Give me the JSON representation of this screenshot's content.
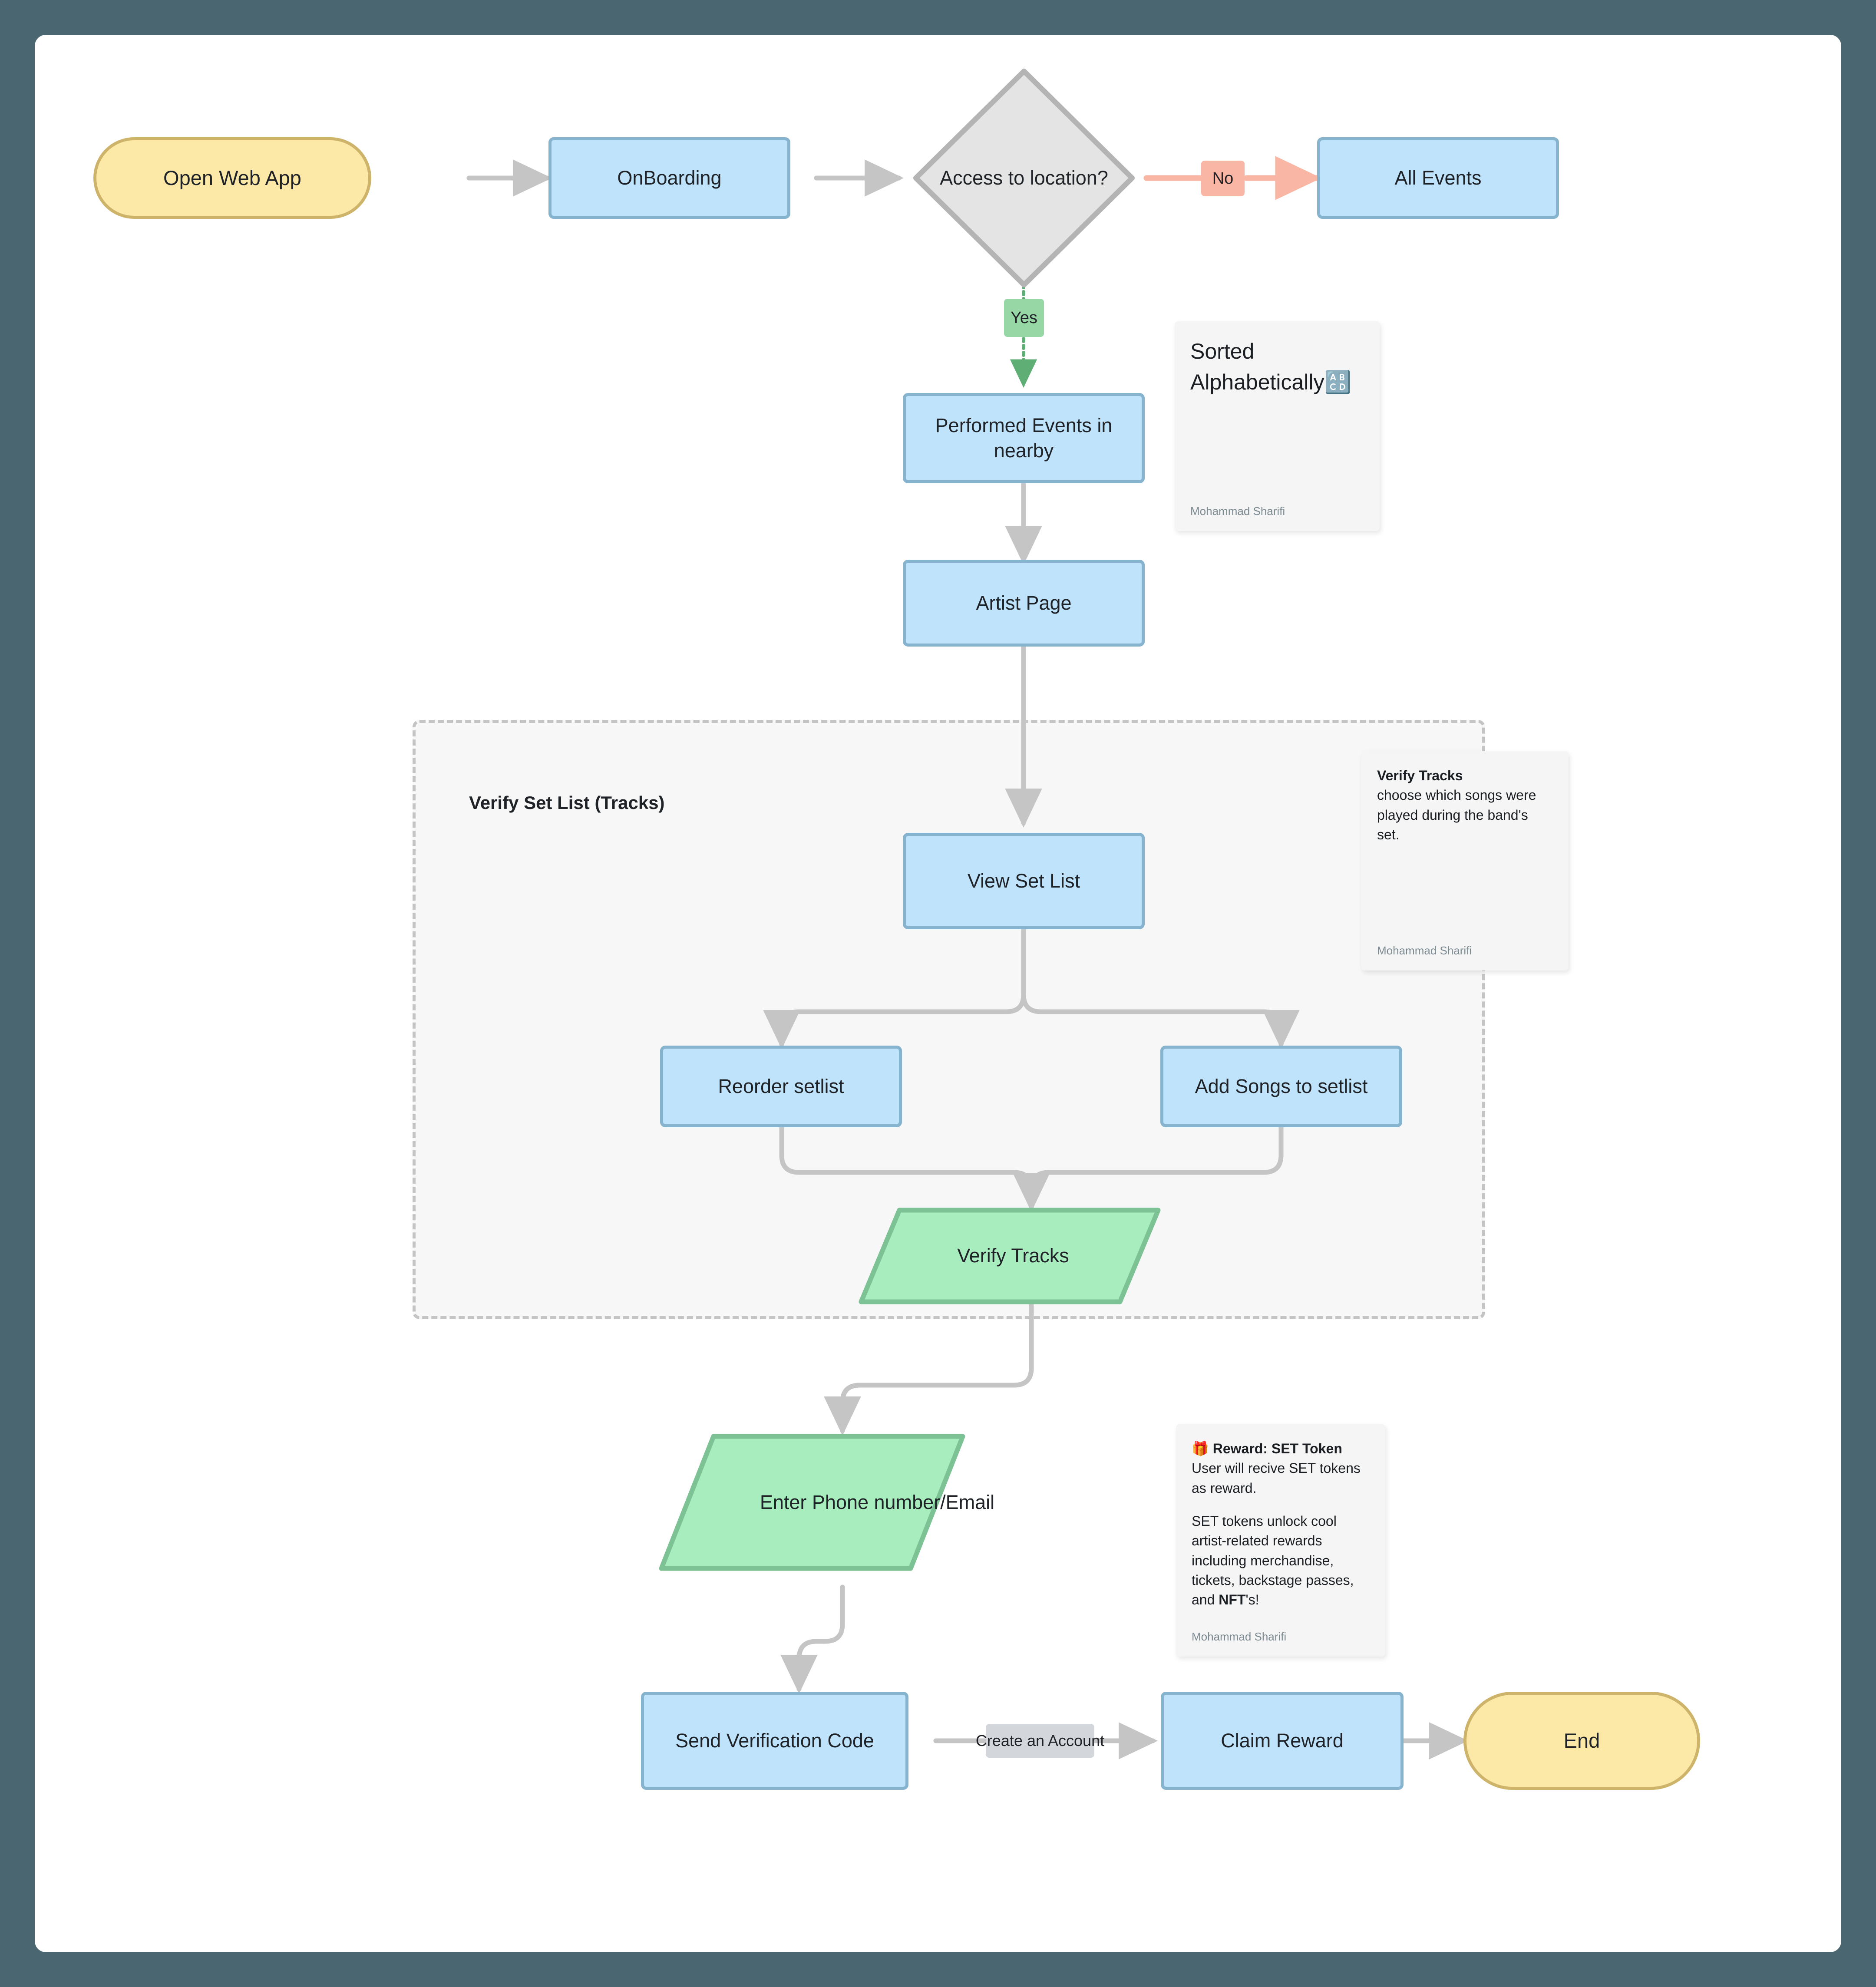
{
  "canvas": {
    "background_color": "#4A6670",
    "surface_color": "#ffffff"
  },
  "palette": {
    "process_fill": "#BFE3FB",
    "process_stroke": "#86B3CE",
    "terminal_fill": "#FCE9A8",
    "terminal_stroke": "#CDB46A",
    "decision_fill": "#E4E4E4",
    "decision_stroke": "#B4B4B4",
    "io_fill": "#A8EDBE",
    "io_stroke": "#7DC294",
    "edge_gray": "#C5C5C5",
    "edge_no": "#FAB6A4",
    "edge_yes": "#5FAE76",
    "subgraph_fill": "#F7F7F7",
    "subgraph_stroke": "#C4C4C4",
    "note_fill": "#F5F5F5"
  },
  "chart_data": {
    "type": "diagram",
    "diagram_kind": "flowchart",
    "direction": "top-down",
    "title": "",
    "nodes": [
      {
        "id": "open_web_app",
        "label": "Open Web App",
        "shape": "stadium"
      },
      {
        "id": "onboarding",
        "label": "OnBoarding",
        "shape": "rect"
      },
      {
        "id": "access_location",
        "label": "Access to location?",
        "shape": "diamond"
      },
      {
        "id": "all_events",
        "label": "All Events",
        "shape": "rect"
      },
      {
        "id": "performed_events",
        "label": "Performed Events in nearby",
        "shape": "rect"
      },
      {
        "id": "artist_page",
        "label": "Artist Page",
        "shape": "rect"
      },
      {
        "id": "view_set_list",
        "label": "View Set List",
        "shape": "rect"
      },
      {
        "id": "reorder_setlist",
        "label": "Reorder setlist",
        "shape": "rect"
      },
      {
        "id": "add_songs",
        "label": "Add Songs to setlist",
        "shape": "rect"
      },
      {
        "id": "verify_tracks",
        "label": "Verify Tracks",
        "shape": "parallelogram"
      },
      {
        "id": "enter_phone",
        "label": "Enter Phone number/Email",
        "shape": "parallelogram"
      },
      {
        "id": "send_verification",
        "label": "Send Verification Code",
        "shape": "rect"
      },
      {
        "id": "claim_reward",
        "label": "Claim Reward",
        "shape": "rect"
      },
      {
        "id": "end",
        "label": "End",
        "shape": "stadium"
      }
    ],
    "edges": [
      {
        "from": "open_web_app",
        "to": "onboarding",
        "label": "",
        "style": "solid"
      },
      {
        "from": "onboarding",
        "to": "access_location",
        "label": "",
        "style": "solid"
      },
      {
        "from": "access_location",
        "to": "all_events",
        "label": "No",
        "style": "solid",
        "color": "#FAB6A4"
      },
      {
        "from": "access_location",
        "to": "performed_events",
        "label": "Yes",
        "style": "dotted",
        "color": "#5FAE76"
      },
      {
        "from": "performed_events",
        "to": "artist_page",
        "label": "",
        "style": "solid"
      },
      {
        "from": "artist_page",
        "to": "view_set_list",
        "label": "",
        "style": "solid"
      },
      {
        "from": "view_set_list",
        "to": "reorder_setlist",
        "label": "",
        "style": "solid"
      },
      {
        "from": "view_set_list",
        "to": "add_songs",
        "label": "",
        "style": "solid"
      },
      {
        "from": "reorder_setlist",
        "to": "verify_tracks",
        "label": "",
        "style": "solid"
      },
      {
        "from": "add_songs",
        "to": "verify_tracks",
        "label": "",
        "style": "solid"
      },
      {
        "from": "verify_tracks",
        "to": "enter_phone",
        "label": "",
        "style": "solid"
      },
      {
        "from": "enter_phone",
        "to": "send_verification",
        "label": "",
        "style": "solid"
      },
      {
        "from": "send_verification",
        "to": "claim_reward",
        "label": "Create an Account",
        "style": "solid"
      },
      {
        "from": "claim_reward",
        "to": "end",
        "label": "",
        "style": "solid"
      }
    ],
    "subgraphs": [
      {
        "id": "verify_set_list_group",
        "label": "Verify Set List (Tracks)",
        "members": [
          "view_set_list",
          "reorder_setlist",
          "add_songs",
          "verify_tracks"
        ]
      }
    ]
  },
  "nodes": {
    "open_web_app": "Open Web App",
    "onboarding": "OnBoarding",
    "access_location": "Access to location?",
    "all_events": "All Events",
    "performed_events": "Performed Events in nearby",
    "artist_page": "Artist Page",
    "view_set_list": "View Set List",
    "reorder_setlist": "Reorder setlist",
    "add_songs": "Add Songs to setlist",
    "verify_tracks": "Verify Tracks",
    "enter_phone": "Enter Phone number/Email",
    "send_verification": "Send Verification Code",
    "claim_reward": "Claim Reward",
    "end": "End"
  },
  "edge_labels": {
    "no": "No",
    "yes": "Yes",
    "create_account": "Create an Account"
  },
  "subgraph": {
    "title": "Verify Set List (Tracks)"
  },
  "notes": {
    "sorted": {
      "text": "Sorted Alphabetically",
      "emoji": "🔠",
      "author": "Mohammad Sharifi"
    },
    "verify_tracks": {
      "title": "Verify Tracks",
      "text": "choose which songs were played during the band's set.",
      "author": "Mohammad Sharifi"
    },
    "reward": {
      "emoji": "🎁",
      "title": "Reward: SET Token",
      "paragraph1": "User will recive SET tokens as reward.",
      "paragraph2_pre": "SET tokens unlock cool artist-related rewards including merchandise, tickets, backstage passes, and ",
      "paragraph2_bold": "NFT",
      "paragraph2_post": "'s!",
      "author": "Mohammad Sharifi"
    }
  }
}
